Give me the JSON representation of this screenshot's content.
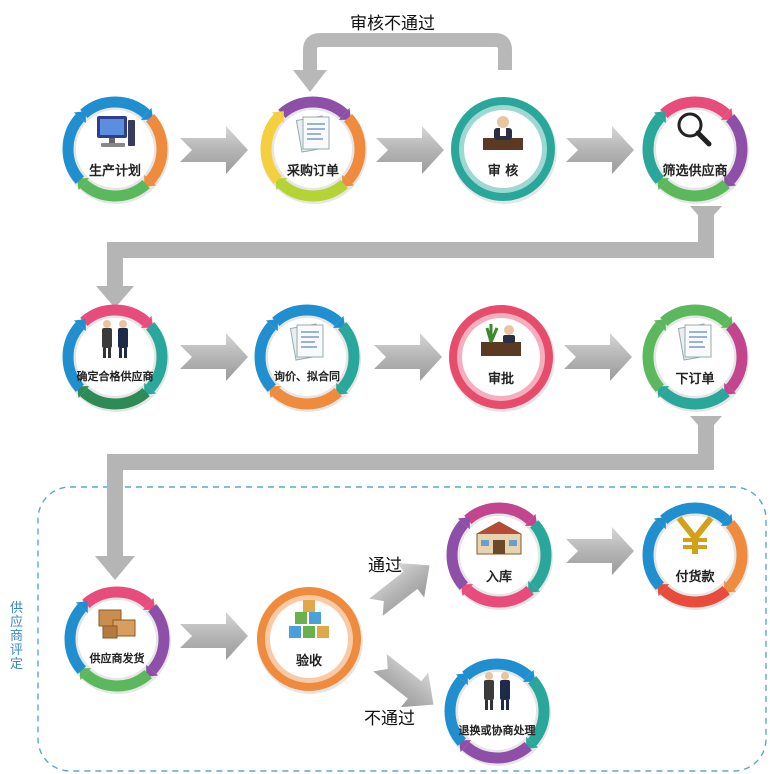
{
  "nodes": {
    "production_plan": "生产计划",
    "purchase_order": "采购订单",
    "review": "审  核",
    "screen_suppliers": "筛选供应商",
    "qualified_suppliers": "确定合格供应商",
    "inquiry_contract": "询价、拟合同",
    "approval": "审批",
    "place_order": "下订单",
    "supplier_shipping": "供应商发货",
    "inspection": "验收",
    "warehousing": "入库",
    "payment": "付货款",
    "return_negotiate": "退换或协商处理"
  },
  "edges": {
    "review_reject": "审核不通过",
    "pass": "通过",
    "fail": "不通过"
  },
  "region": {
    "supplier_evaluation": "供应商评定"
  },
  "colors": {
    "arrow": "#b8b8b8",
    "dashed_border": "#5aa5d8",
    "ring_blue": "#1f8fcf",
    "ring_green": "#5cb85c",
    "ring_orange": "#f08a3c",
    "ring_pink": "#e74c7c",
    "ring_purple": "#8e4fa8",
    "ring_teal": "#2aa79b",
    "ring_magenta": "#c2458e"
  },
  "icons": {
    "production_plan": "computer-icon",
    "purchase_order": "document-icon",
    "review": "manager-at-desk-icon",
    "screen_suppliers": "magnifier-icon",
    "qualified_suppliers": "handshake-icon",
    "inquiry_contract": "document-icon",
    "approval": "desk-plant-icon",
    "place_order": "document-icon",
    "supplier_shipping": "boxes-icon",
    "inspection": "cubes-icon",
    "warehousing": "warehouse-icon",
    "payment": "yen-icon",
    "return_negotiate": "handshake-icon"
  }
}
